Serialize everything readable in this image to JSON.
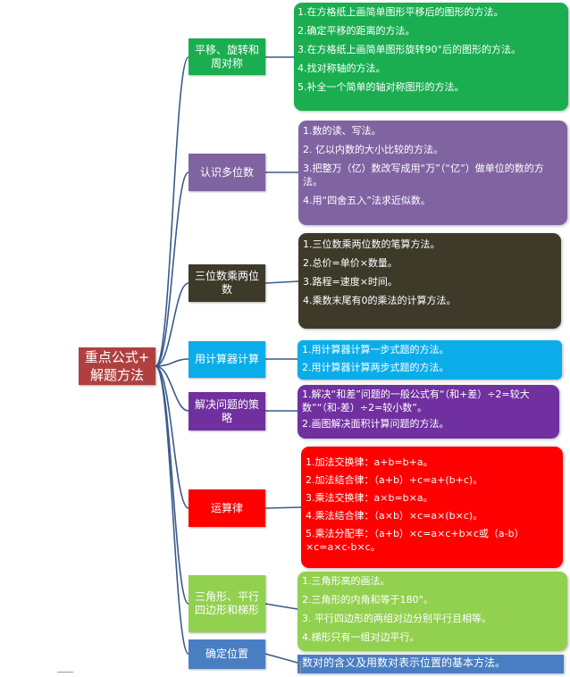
{
  "root": {
    "line1": "重点公式+",
    "line2": "解题方法"
  },
  "categories": [
    {
      "label": "平移、旋转和周对称",
      "color": "#1aae51"
    },
    {
      "label": "认识多位数",
      "color": "#8064a2"
    },
    {
      "label": "三位数乘两位数",
      "color": "#3e3a2a"
    },
    {
      "label": "用计算器计算",
      "color": "#0aadea"
    },
    {
      "label": "解决问题的策略",
      "color": "#7030a0"
    },
    {
      "label": "运算律",
      "color": "#ff0000"
    },
    {
      "label": "三角形、平行四边形和梯形",
      "color": "#92d050"
    },
    {
      "label": "确定位置",
      "color": "#4a7ec3"
    }
  ],
  "notes": [
    {
      "items": [
        "1.在方格纸上画简单图形平移后的图形的方法。",
        "2.确定平移的距离的方法。",
        "3.在方格纸上画简单图形旋转90°后的图形的方法。",
        "4.找对称轴的方法。",
        "5.补全一个简单的轴对称图形的方法。"
      ]
    },
    {
      "items": [
        "1.数的读、写法。",
        "2. 亿以内数的大小比较的方法。",
        "3.把整万（亿）数改写成用“万”（“亿”）做单位的数的方法。",
        "4.用“四舍五入”法求近似数。"
      ]
    },
    {
      "items": [
        "1.三位数乘两位数的笔算方法。",
        "2.总价=单价×数量。",
        "3.路程=速度×时间。",
        "4.乘数末尾有0的乘法的计算方法。"
      ]
    },
    {
      "items": [
        "1.用计算器计算一步式题的方法。",
        "2.用计算器计算两步式题的方法。"
      ]
    },
    {
      "items": [
        "1.解决“和差”问题的一般公式有“（和+差）÷2=较大数”“（和-差）÷2=较小数”。",
        "2.画图解决面积计算问题的方法。"
      ]
    },
    {
      "items": [
        "1.加法交换律：a+b=b+a。",
        "2.加法结合律：（a+b）+c=a+(b+c)。",
        "3.乘法交换律：a×b=b×a。",
        "4.乘法结合律：（a×b）×c=a×(b×c)。",
        "5.乘法分配率：（a+b）×c=a×c+b×c或（a-b）×c=a×c-b×c。"
      ]
    },
    {
      "items": [
        "1.三角形高的画法。",
        "2.三角形的内角和等于180°。",
        "3. 平行四边形的两组对边分别平行且相等。",
        "4.梯形只有一组对边平行。"
      ]
    },
    {
      "items": [
        "数对的含义及用数对表示位置的基本方法。"
      ]
    }
  ],
  "line_color": "#3a5a8c"
}
